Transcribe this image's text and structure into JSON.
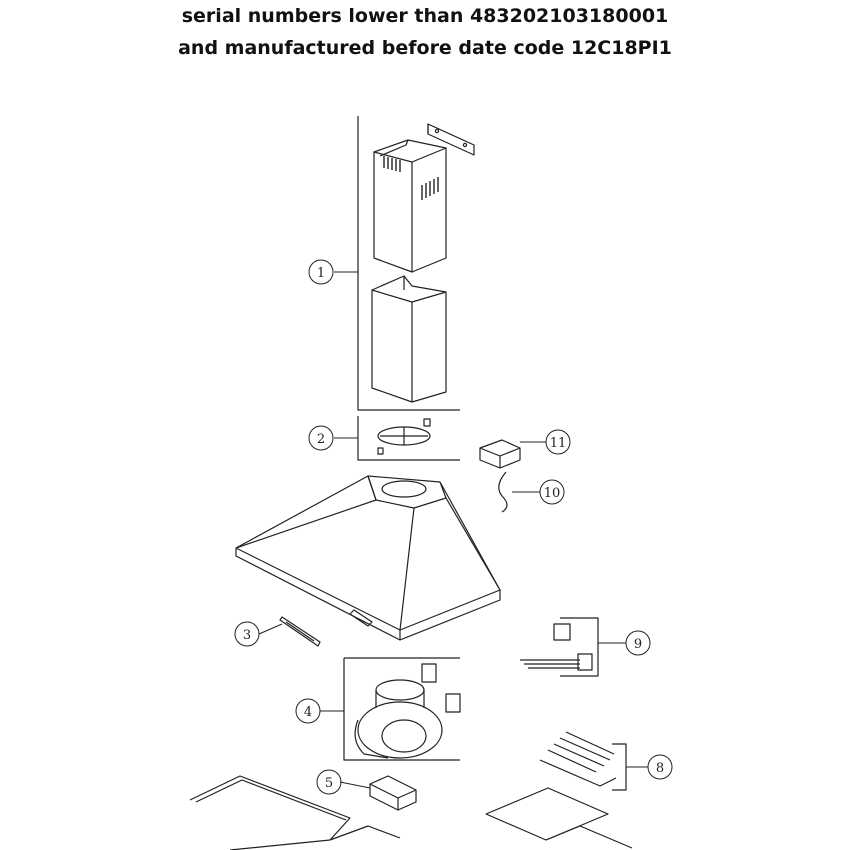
{
  "header": {
    "line1": "serial numbers lower than 483202103180001",
    "line2": "and manufactured before date code 12C18PI1"
  },
  "callouts": [
    {
      "key": "1",
      "label": "1"
    },
    {
      "key": "2",
      "label": "2"
    },
    {
      "key": "3",
      "label": "3"
    },
    {
      "key": "4",
      "label": "4"
    },
    {
      "key": "5",
      "label": "5"
    },
    {
      "key": "8",
      "label": "8"
    },
    {
      "key": "9",
      "label": "9"
    },
    {
      "key": "10",
      "label": "10"
    },
    {
      "key": "11",
      "label": "11"
    }
  ]
}
